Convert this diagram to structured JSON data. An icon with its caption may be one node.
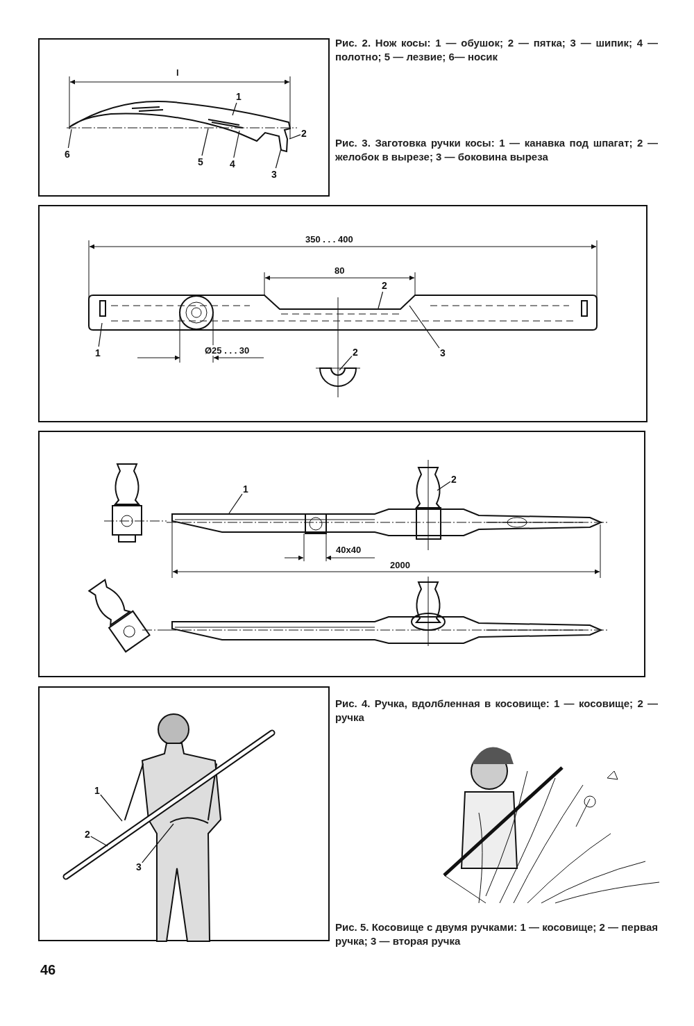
{
  "diagram": {
    "nodes": [
      {
        "text": [],
        "shape": "box"
      },
      {
        "text": [
          "1"
        ],
        "in": 0
      },
      {
        "text": [
          "2"
        ],
        "in": 0
      },
      {
        "text": [
          "3"
        ],
        "in": 0
      },
      {
        "text": [
          "4"
        ],
        "in": 0
      },
      {
        "text": [
          "5"
        ],
        "in": 0
      },
      {
        "text": [
          "6"
        ],
        "in": 0
      },
      {
        "text": [],
        "shape": "box"
      },
      {
        "text": [
          "1"
        ],
        "in": 7
      },
      {
        "text": [
          "2"
        ],
        "in": 7
      },
      {
        "text": [
          "3"
        ],
        "in": 7
      },
      {
        "text": [
          "2"
        ],
        "in": 7
      },
      {
        "text": [],
        "shape": "box"
      },
      {
        "text": [
          "1"
        ],
        "in": 12
      },
      {
        "text": [
          "2"
        ],
        "in": 12
      },
      {
        "text": [],
        "shape": "box"
      },
      {
        "text": [
          "1"
        ],
        "in": 15
      },
      {
        "text": [
          "2"
        ],
        "in": 15
      },
      {
        "text": [
          "3"
        ],
        "in": 15
      }
    ],
    "edges": [
      {
        "from": 1,
        "to": null,
        "arrow": "none"
      },
      {
        "from": 2,
        "to": null,
        "arrow": "none"
      },
      {
        "from": 3,
        "to": null,
        "arrow": "none"
      },
      {
        "from": 4,
        "to": null,
        "arrow": "none"
      },
      {
        "from": 5,
        "to": null,
        "arrow": "none"
      },
      {
        "from": 6,
        "to": null,
        "arrow": "none"
      },
      {
        "from": 8,
        "to": null,
        "arrow": "none"
      },
      {
        "from": 9,
        "to": null,
        "arrow": "none"
      },
      {
        "from": 10,
        "to": null,
        "arrow": "none"
      },
      {
        "from": 11,
        "to": null,
        "arrow": "none"
      },
      {
        "from": 13,
        "to": null,
        "arrow": "none"
      },
      {
        "from": 14,
        "to": null,
        "arrow": "none"
      },
      {
        "from": 16,
        "to": null,
        "arrow": "none"
      },
      {
        "from": 17,
        "to": null,
        "arrow": "none"
      },
      {
        "from": 18,
        "to": null,
        "arrow": "none"
      }
    ],
    "labels": [
      "Рис. 2. Нож косы: 1 — обушок; 2 — пятка; 3 — шипик; 4 — полотно; 5 — лезвие; 6— носик",
      "l",
      "Рис. 3. Заготовка ручки косы: 1 — канавка под шпагат; 2 — желобок в вырезе; 3 — боковина выреза",
      "350 . . . 400",
      "80",
      "Ø25 . . . 30",
      "40x40",
      "2000",
      "Рис. 4. Ручка, вдолбленная в косовище: 1 — косовище; 2 — ручка",
      "Рис. 5. Косовище с двумя ручками: 1 — косовище; 2 — первая ручка; 3 — вторая ручка",
      "46"
    ]
  }
}
